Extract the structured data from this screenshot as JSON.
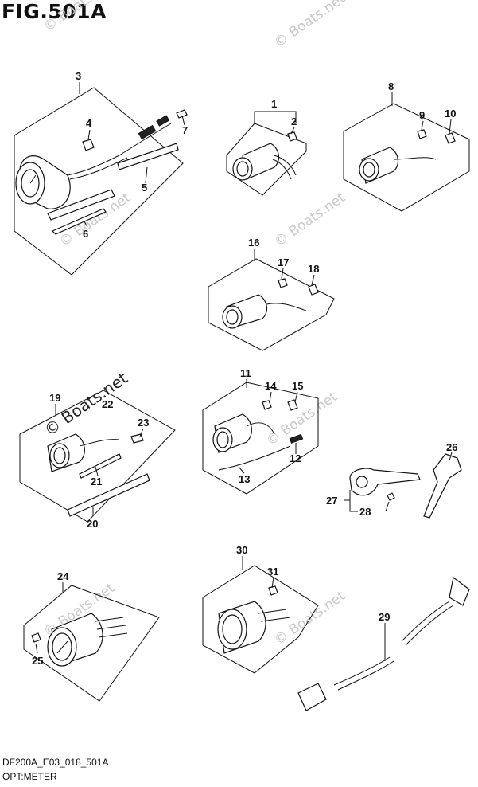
{
  "figure_title": "FIG.501A",
  "diagram_code": "DF200A_E03_018_501A",
  "subtitle": "OPT:METER",
  "watermark": "© Boats.net",
  "callouts": [
    "1",
    "2",
    "3",
    "4",
    "5",
    "6",
    "7",
    "8",
    "9",
    "10",
    "11",
    "12",
    "13",
    "14",
    "15",
    "16",
    "17",
    "18",
    "19",
    "20",
    "21",
    "22",
    "23",
    "24",
    "25",
    "26",
    "27",
    "28",
    "29",
    "30",
    "31"
  ]
}
